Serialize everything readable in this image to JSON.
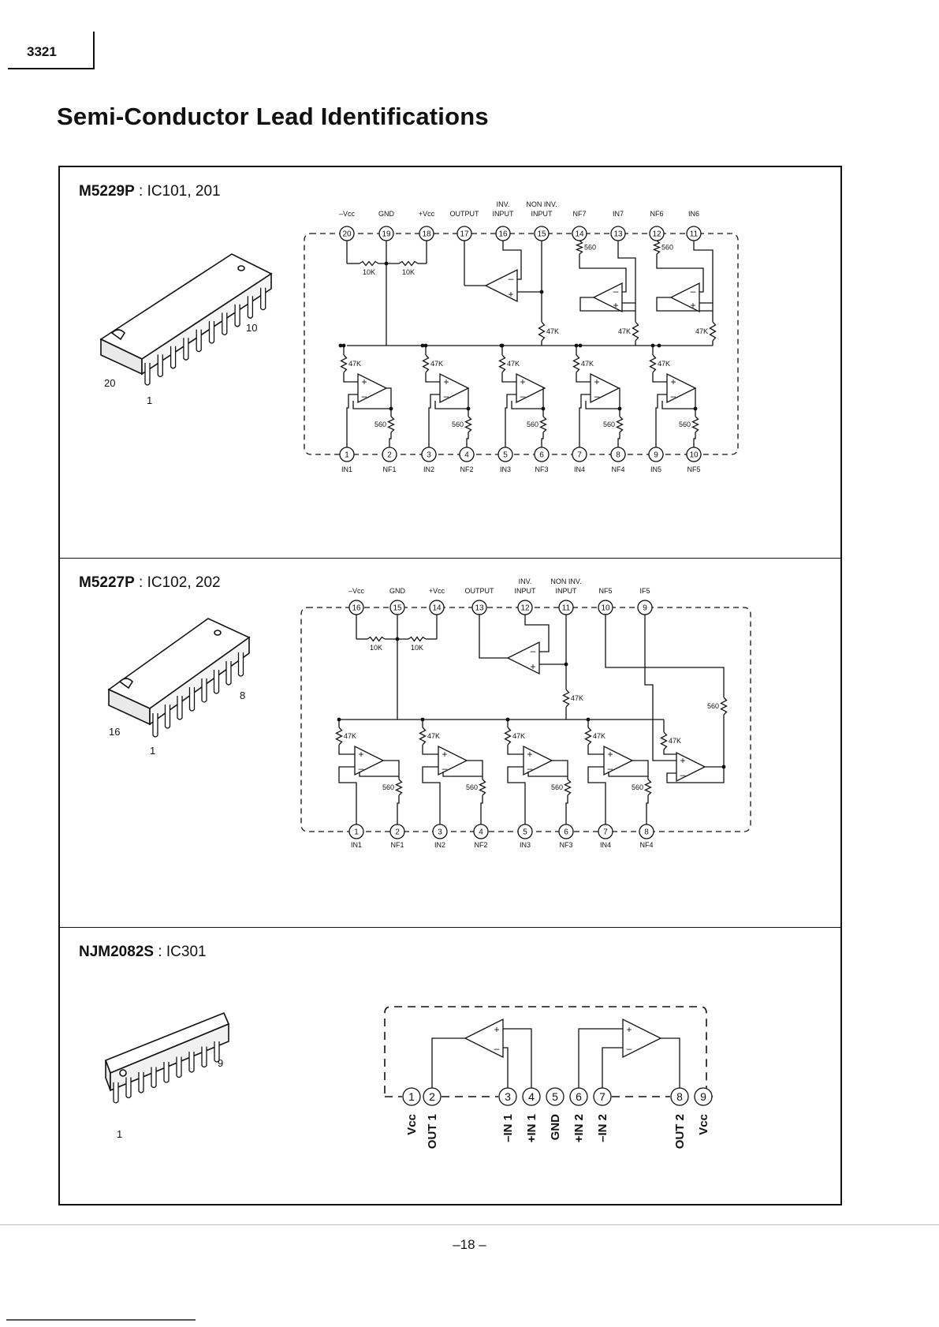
{
  "document_number": "3321",
  "title": "Semi-Conductor Lead Identifications",
  "page_number": "–18 –",
  "ic1": {
    "part": "M5229P",
    "refs": " : IC101, 201",
    "package_pins": [
      "20",
      "10",
      "1"
    ],
    "top_pins": [
      {
        "num": "20",
        "label": "–Vcc"
      },
      {
        "num": "19",
        "label": "GND"
      },
      {
        "num": "18",
        "label": "+Vcc"
      },
      {
        "num": "17",
        "label": "OUTPUT"
      },
      {
        "num": "16",
        "label": "INV. INPUT"
      },
      {
        "num": "15",
        "label": "NON INV. INPUT"
      },
      {
        "num": "14",
        "label": "NF7"
      },
      {
        "num": "13",
        "label": "IN7"
      },
      {
        "num": "12",
        "label": "NF6"
      },
      {
        "num": "11",
        "label": "IN6"
      }
    ],
    "bottom_pins": [
      {
        "num": "1",
        "label": "IN1"
      },
      {
        "num": "2",
        "label": "NF1"
      },
      {
        "num": "3",
        "label": "IN2"
      },
      {
        "num": "4",
        "label": "NF2"
      },
      {
        "num": "5",
        "label": "IN3"
      },
      {
        "num": "6",
        "label": "NF3"
      },
      {
        "num": "7",
        "label": "IN4"
      },
      {
        "num": "8",
        "label": "NF4"
      },
      {
        "num": "9",
        "label": "IN5"
      },
      {
        "num": "10",
        "label": "NF5"
      }
    ],
    "resistors": {
      "r10k": "10K",
      "r47k": "47K",
      "r560": "560"
    }
  },
  "ic2": {
    "part": "M5227P",
    "refs": " : IC102, 202",
    "package_pins": [
      "16",
      "8",
      "1"
    ],
    "top_pins": [
      {
        "num": "16",
        "label": "–Vcc"
      },
      {
        "num": "15",
        "label": "GND"
      },
      {
        "num": "14",
        "label": "+Vcc"
      },
      {
        "num": "13",
        "label": "OUTPUT"
      },
      {
        "num": "12",
        "label": "INV. INPUT"
      },
      {
        "num": "11",
        "label": "NON INV. INPUT"
      },
      {
        "num": "10",
        "label": "NF5"
      },
      {
        "num": "9",
        "label": "IF5"
      }
    ],
    "bottom_pins": [
      {
        "num": "1",
        "label": "IN1"
      },
      {
        "num": "2",
        "label": "NF1"
      },
      {
        "num": "3",
        "label": "IN2"
      },
      {
        "num": "4",
        "label": "NF2"
      },
      {
        "num": "5",
        "label": "IN3"
      },
      {
        "num": "6",
        "label": "NF3"
      },
      {
        "num": "7",
        "label": "IN4"
      },
      {
        "num": "8",
        "label": "NF4"
      }
    ],
    "resistors": {
      "r10k": "10K",
      "r47k": "47K",
      "r560": "560"
    }
  },
  "ic3": {
    "part": "NJM2082S",
    "refs": " : IC301",
    "package_pins": [
      "9",
      "1"
    ],
    "pins": [
      {
        "num": "1",
        "label": "Vcc"
      },
      {
        "num": "2",
        "label": "OUT 1"
      },
      {
        "num": "3",
        "label": "–IN 1"
      },
      {
        "num": "4",
        "label": "+IN 1"
      },
      {
        "num": "5",
        "label": "GND"
      },
      {
        "num": "6",
        "label": "+IN 2"
      },
      {
        "num": "7",
        "label": "–IN 2"
      },
      {
        "num": "8",
        "label": "OUT 2"
      },
      {
        "num": "9",
        "label": "Vcc"
      }
    ]
  },
  "opamp_signs": {
    "plus": "+",
    "minus": "–"
  }
}
